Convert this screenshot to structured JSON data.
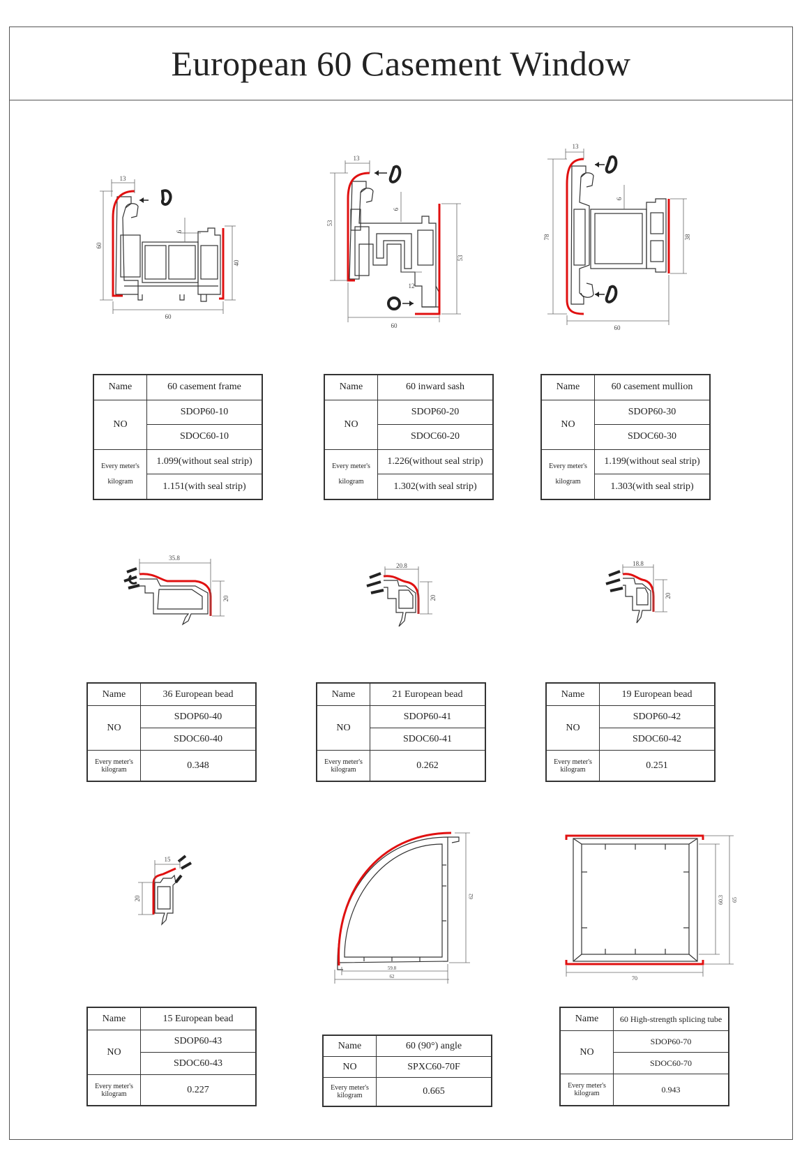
{
  "title": "European 60 Casement Window",
  "labels": {
    "name": "Name",
    "no": "NO",
    "weight_line1": "Every meter's",
    "weight_line2": "kilogram"
  },
  "colors": {
    "seal": "#e01010",
    "line": "#333333"
  },
  "profiles": [
    {
      "name": "60 casement frame",
      "codes": [
        "SDOP60-10",
        "SDOC60-10"
      ],
      "weights": [
        "1.099(without seal strip)",
        "1.151(with seal strip)"
      ],
      "dims": {
        "top": "13",
        "left": "60",
        "bottom": "60",
        "right": "40",
        "inner": "6"
      }
    },
    {
      "name": "60 inward sash",
      "codes": [
        "SDOP60-20",
        "SDOC60-20"
      ],
      "weights": [
        "1.226(without seal strip)",
        "1.302(with seal strip)"
      ],
      "dims": {
        "top": "13",
        "left": "53",
        "right": "53",
        "bottom": "60",
        "inner": "6",
        "notch": "12"
      }
    },
    {
      "name": "60 casement mullion",
      "codes": [
        "SDOP60-30",
        "SDOC60-30"
      ],
      "weights": [
        "1.199(without seal strip)",
        "1.303(with seal strip)"
      ],
      "dims": {
        "top": "13",
        "left": "78",
        "bottom": "60",
        "right": "38",
        "inner": "6"
      }
    },
    {
      "name": "36  European bead",
      "codes": [
        "SDOP60-40",
        "SDOC60-40"
      ],
      "weight": "0.348",
      "dims": {
        "top": "35.8",
        "right": "20"
      }
    },
    {
      "name": "21 European bead",
      "codes": [
        "SDOP60-41",
        "SDOC60-41"
      ],
      "weight": "0.262",
      "dims": {
        "top": "20.8",
        "right": "20"
      }
    },
    {
      "name": "19 European bead",
      "codes": [
        "SDOP60-42",
        "SDOC60-42"
      ],
      "weight": "0.251",
      "dims": {
        "top": "18.8",
        "right": "20"
      }
    },
    {
      "name": "15 European bead",
      "codes": [
        "SDOP60-43",
        "SDOC60-43"
      ],
      "weight": "0.227",
      "dims": {
        "top": "15",
        "left": "20"
      }
    },
    {
      "name": "60  (90°) angle",
      "code": "SPXC60-70F",
      "weight": "0.665",
      "dims": {
        "right": "62",
        "bottom_inner": "59.8",
        "bottom": "62"
      }
    },
    {
      "name": "60 High-strength splicing tube",
      "codes": [
        "SDOP60-70",
        "SDOC60-70"
      ],
      "weight": "0.943",
      "dims": {
        "inner": "60.3",
        "right": "65",
        "bottom": "70"
      }
    }
  ]
}
